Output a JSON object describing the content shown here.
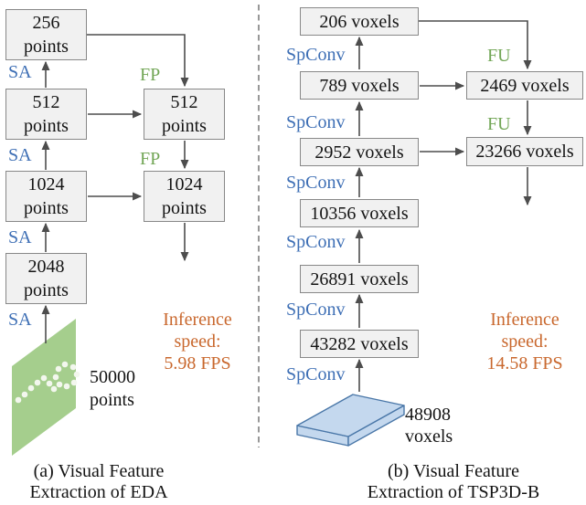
{
  "figure": {
    "colors": {
      "operation_blue": "#3E6FB5",
      "operation_green": "#72A656",
      "inference_orange": "#C9682E",
      "box_fill": "#F1F1F1",
      "box_border": "#888888",
      "arrow_gray": "#4D4D4D",
      "separator_gray": "#7F7F7F",
      "plane_fill": "#A5CE8D",
      "plane_dots": "#F3F7EE",
      "slab_fill": "#C4D8EE",
      "slab_border": "#4A77A8"
    },
    "panel_a": {
      "caption": "(a) Visual Feature\nExtraction of EDA",
      "operation_sa": "SA",
      "operation_fp": "FP",
      "inference": "Inference\nspeed:\n5.98 FPS",
      "input_label": "50000\npoints",
      "boxes": {
        "points_256": "256\npoints",
        "points_512_enc": "512\npoints",
        "points_1024_enc": "1024\npoints",
        "points_2048": "2048\npoints",
        "points_512_dec": "512\npoints",
        "points_1024_dec": "1024\npoints"
      }
    },
    "panel_b": {
      "caption": "(b) Visual Feature\nExtraction of TSP3D-B",
      "operation_spconv": "SpConv",
      "operation_fu": "FU",
      "inference": "Inference\nspeed:\n14.58 FPS",
      "input_label": "48908\nvoxels",
      "boxes": {
        "voxels_206": "206 voxels",
        "voxels_789": "789 voxels",
        "voxels_2952": "2952 voxels",
        "voxels_10356": "10356 voxels",
        "voxels_26891": "26891 voxels",
        "voxels_43282": "43282 voxels",
        "voxels_2469": "2469 voxels",
        "voxels_23266": "23266 voxels"
      }
    }
  }
}
